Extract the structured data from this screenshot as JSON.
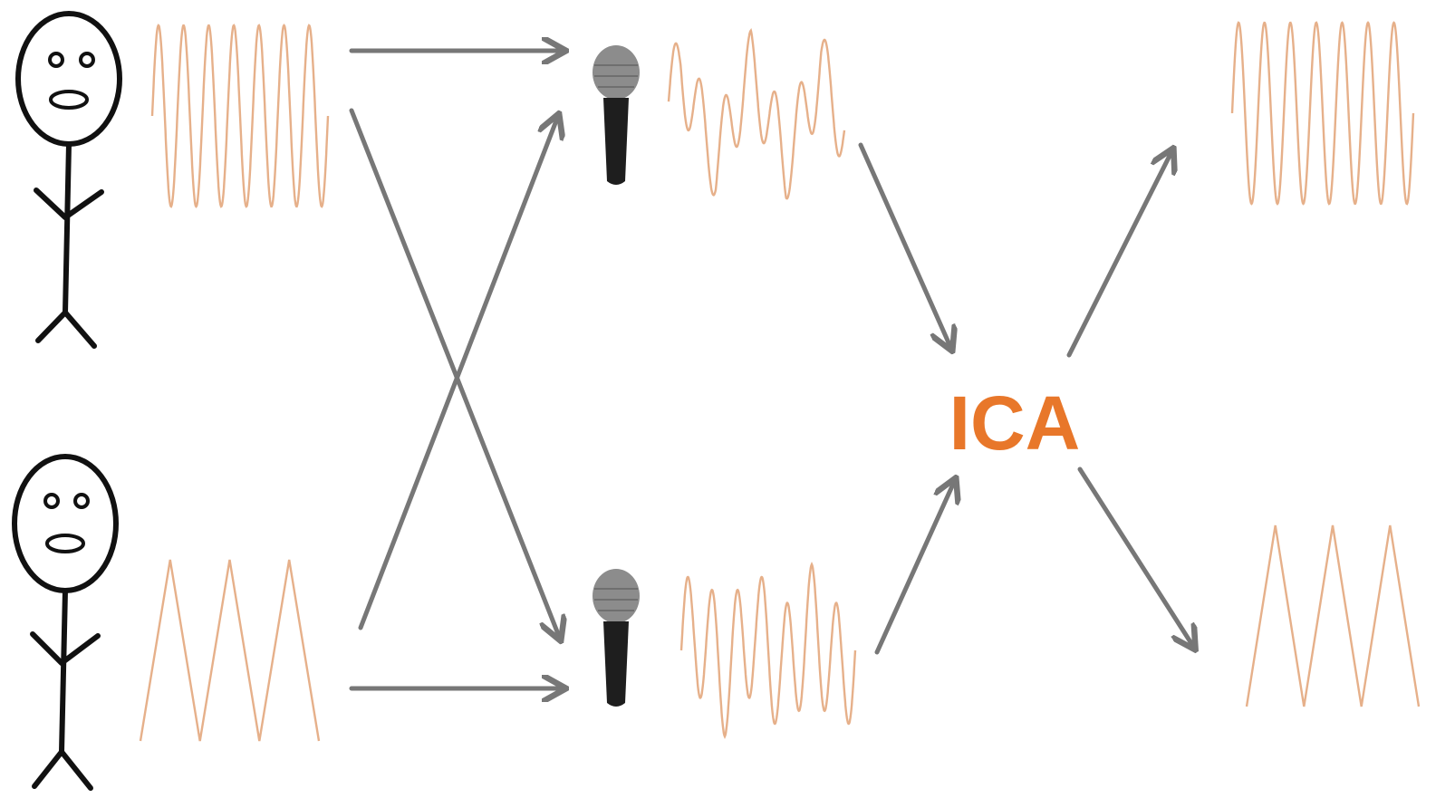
{
  "center_label": {
    "text": "ICA",
    "color": "#e8772a"
  },
  "colors": {
    "wave": "#e6b08a",
    "arrow": "#777777",
    "figure": "#111111",
    "mic_head": "#8c8c8c",
    "mic_body": "#1e1e1e"
  },
  "icons": [
    "stick-figure-icon",
    "microphone-icon",
    "arrow-icon"
  ],
  "sources": [
    {
      "id": "speaker-1",
      "signal": "sine"
    },
    {
      "id": "speaker-2",
      "signal": "triangle"
    }
  ],
  "microphones": [
    {
      "id": "mic-1",
      "signal": "mixture"
    },
    {
      "id": "mic-2",
      "signal": "mixture"
    }
  ],
  "outputs": [
    {
      "id": "recovered-1",
      "signal": "sine"
    },
    {
      "id": "recovered-2",
      "signal": "triangle"
    }
  ]
}
